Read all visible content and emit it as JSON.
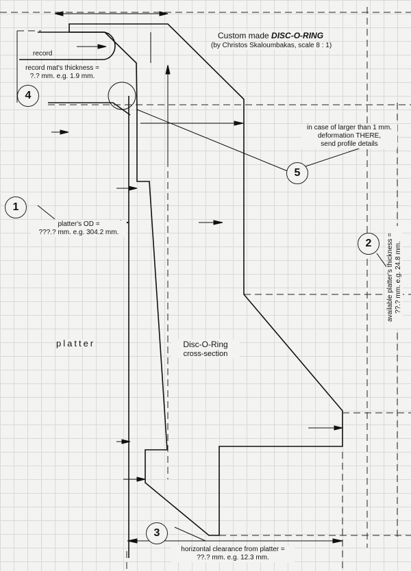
{
  "title": {
    "prefix": "Custom made ",
    "emphasis": "DISC-O-RING",
    "subtitle": "(by Christos Skaloumbakas, scale 8 : 1)"
  },
  "labels": {
    "record": "record",
    "mat_line1": "record mat's thickness =",
    "mat_line2": "?.? mm.  e.g. 1.9 mm.",
    "deform_line1": "in case of larger than 1 mm.",
    "deform_line2": "deformation THERE,",
    "deform_line3": "send profile details",
    "od_line1": "platter's OD =",
    "od_line2": "???.? mm. e.g. 304.2 mm.",
    "thick_line1": "available platter's thickness =",
    "thick_line2": "??.? mm. e.g. 24.8 mm.",
    "platter": "platter",
    "ring_line1": "Disc-O-Ring",
    "ring_line2": "cross-section",
    "clear_line1": "horizontal clearance from platter =",
    "clear_line2": "??.? mm.  e.g. 12.3 mm."
  },
  "callouts": [
    "1",
    "2",
    "3",
    "4",
    "5"
  ]
}
